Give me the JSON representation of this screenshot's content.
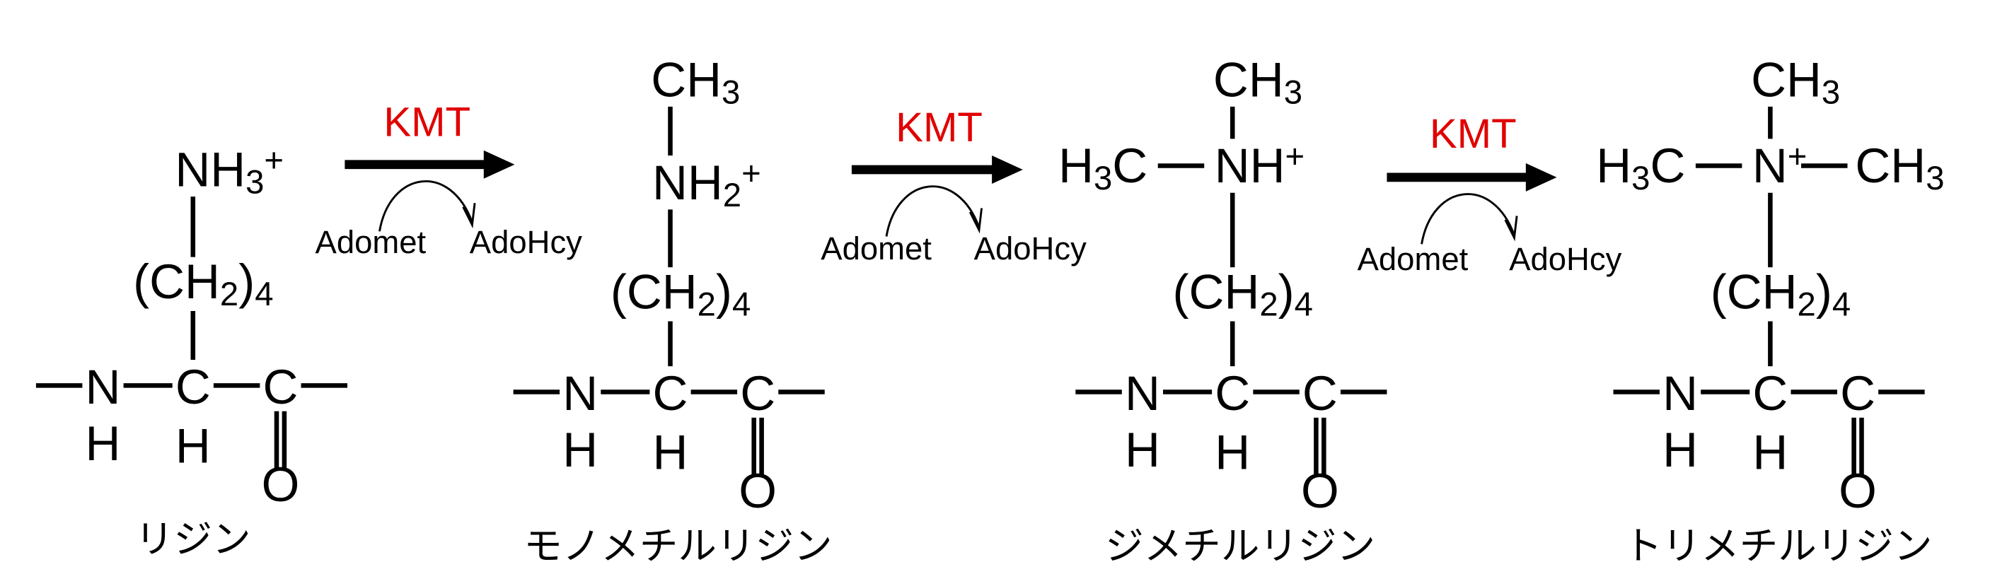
{
  "colors": {
    "enzyme": "#e00000",
    "ink": "#000000"
  },
  "structures": [
    {
      "name": "リジン",
      "top": null,
      "amine": {
        "left": null,
        "main": "NH",
        "sub": "3",
        "sup": "+",
        "right": null
      },
      "chain": {
        "open": "(CH",
        "sub": "2",
        "close": ")",
        "sub2": "4"
      },
      "backbone": {
        "n": "N",
        "c_alpha": "C",
        "c_carbonyl": "C",
        "h_n": "H",
        "h_c": "H",
        "o": "O"
      }
    },
    {
      "name": "モノメチルリジン",
      "top": {
        "main": "CH",
        "sub": "3"
      },
      "amine": {
        "left": null,
        "main": "NH",
        "sub": "2",
        "sup": "+",
        "right": null
      },
      "chain": {
        "open": "(CH",
        "sub": "2",
        "close": ")",
        "sub2": "4"
      },
      "backbone": {
        "n": "N",
        "c_alpha": "C",
        "c_carbonyl": "C",
        "h_n": "H",
        "h_c": "H",
        "o": "O"
      }
    },
    {
      "name": "ジメチルリジン",
      "top": {
        "main": "CH",
        "sub": "3"
      },
      "amine": {
        "left": {
          "pre": "H",
          "sub": "3",
          "post": "C"
        },
        "main": "NH",
        "sub": "",
        "sup": "+",
        "right": null
      },
      "chain": {
        "open": "(CH",
        "sub": "2",
        "close": ")",
        "sub2": "4"
      },
      "backbone": {
        "n": "N",
        "c_alpha": "C",
        "c_carbonyl": "C",
        "h_n": "H",
        "h_c": "H",
        "o": "O"
      }
    },
    {
      "name": "トリメチルリジン",
      "top": {
        "main": "CH",
        "sub": "3"
      },
      "amine": {
        "left": {
          "pre": "H",
          "sub": "3",
          "post": "C"
        },
        "main": "N",
        "sub": "",
        "sup": "+",
        "right": {
          "main": "CH",
          "sub": "3"
        }
      },
      "chain": {
        "open": "(CH",
        "sub": "2",
        "close": ")",
        "sub2": "4"
      },
      "backbone": {
        "n": "N",
        "c_alpha": "C",
        "c_carbonyl": "C",
        "h_n": "H",
        "h_c": "H",
        "o": "O"
      }
    }
  ],
  "reactions": [
    {
      "enzyme": "KMT",
      "donor": "Adomet",
      "product": "AdoHcy"
    },
    {
      "enzyme": "KMT",
      "donor": "Adomet",
      "product": "AdoHcy"
    },
    {
      "enzyme": "KMT",
      "donor": "Adomet",
      "product": "AdoHcy"
    }
  ]
}
